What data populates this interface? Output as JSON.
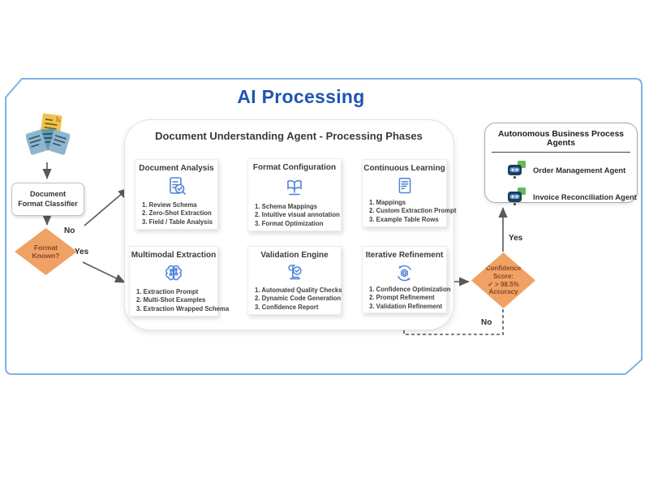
{
  "page": {
    "title": "AI Processing"
  },
  "left_flow": {
    "classifier_line1": "Document",
    "classifier_line2": "Format Classifier",
    "format_known": "Format Known?",
    "no": "No",
    "yes": "Yes"
  },
  "pipeline": {
    "title": "Document Understanding Agent -  Processing Phases",
    "phases": [
      {
        "name": "Document Analysis",
        "icon": "doc-search-icon",
        "steps": [
          "1. Review Schema",
          "2. Zero-Shot Extraction",
          "3. Field / Table Analysis"
        ]
      },
      {
        "name": "Format Configuration",
        "icon": "open-book-icon",
        "steps": [
          "1. Schema Mappings",
          "2. Intuitive visual annotation",
          "3. Format Optimization"
        ]
      },
      {
        "name": "Continuous Learning",
        "icon": "document-lines-icon",
        "steps": [
          "1. Mappings",
          "2. Custom Extraction Prompt",
          "3. Example Table Rows"
        ]
      },
      {
        "name": "Multimodal Extraction",
        "icon": "brain-circuit-icon",
        "steps": [
          "1. Extraction Prompt",
          "2. Multi-Shot Examples",
          "3. Extraction Wrapped Schema"
        ]
      },
      {
        "name": "Validation Engine",
        "icon": "scroll-check-icon",
        "steps": [
          "1. Automated Quality Checks",
          "2. Dynamic Code Generation",
          "3. Confidence Report"
        ]
      },
      {
        "name": "Iterative Refinement",
        "icon": "gear-cycle-icon",
        "steps": [
          "1. Confidence Optimization",
          "2. Prompt Refinement",
          "3. Validation Refinement"
        ]
      }
    ]
  },
  "decision": {
    "line1": "Confidence",
    "line2": "Score:",
    "line3": "✓ > 98.5%",
    "line4": "Accuracy",
    "yes": "Yes",
    "no": "No"
  },
  "agents_panel": {
    "title": "Autonomous Business Process Agents",
    "agents": [
      {
        "label": "Order Management Agent",
        "icon": "robot-icon"
      },
      {
        "label": "Invoice Reconciliation Agent",
        "icon": "robot-icon"
      }
    ]
  },
  "colors": {
    "accent_blue": "#1d56b0",
    "frame_blue": "#7eb3e3",
    "diamond_orange": "#efa263",
    "diamond_text": "#8a4430",
    "icon_blue": "#4f82d9",
    "arrow_gray": "#595959",
    "agent_green": "#66b95c",
    "agent_navy": "#1d3e5e"
  }
}
